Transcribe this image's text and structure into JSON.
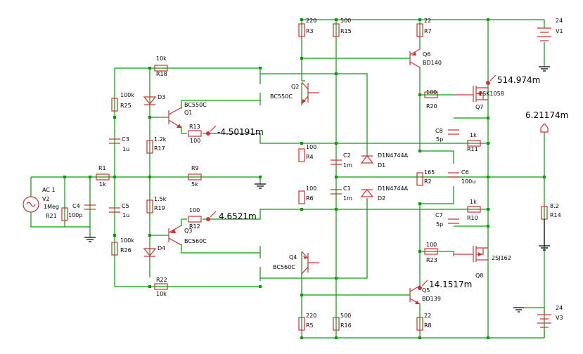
{
  "components": {
    "R3": {
      "name": "R3",
      "value": "220"
    },
    "R15": {
      "name": "R15",
      "value": "500"
    },
    "R7": {
      "name": "R7",
      "value": "22"
    },
    "V1": {
      "name": "V1",
      "value": "24"
    },
    "Q6": {
      "name": "Q6",
      "value": "BD140"
    },
    "R18": {
      "name": "R18",
      "value": "10k"
    },
    "R25": {
      "name": "R25",
      "value": "100k"
    },
    "D3": {
      "name": "D3"
    },
    "Q1": {
      "name": "Q1",
      "value": "BC550C"
    },
    "Q2": {
      "name": "Q2",
      "value": "BC550C"
    },
    "R20": {
      "name": "R20",
      "value": "100"
    },
    "Q7": {
      "name": "Q7",
      "value": "2SK1058"
    },
    "R13": {
      "name": "R13",
      "value": "100"
    },
    "C3": {
      "name": "C3",
      "value": "1u"
    },
    "R17": {
      "name": "R17",
      "value": "1.2k"
    },
    "C8": {
      "name": "C8",
      "value": "5p"
    },
    "R11": {
      "name": "R11",
      "value": "1k"
    },
    "R4": {
      "name": "R4",
      "value": "100"
    },
    "C2": {
      "name": "C2",
      "value": "1m"
    },
    "D1": {
      "name": "D1",
      "value": "D1N4744A"
    },
    "R1": {
      "name": "R1",
      "value": "1k"
    },
    "V2": {
      "name": "V2",
      "value": "1Meg",
      "source": "AC 1"
    },
    "R21": {
      "name": "R21"
    },
    "C4": {
      "name": "C4",
      "value": "100p"
    },
    "R9": {
      "name": "R9",
      "value": "5k"
    },
    "R2": {
      "name": "R2",
      "value": "165"
    },
    "C6": {
      "name": "C6",
      "value": "100u"
    },
    "R6": {
      "name": "R6",
      "value": "100"
    },
    "C1": {
      "name": "C1",
      "value": "1m"
    },
    "D2": {
      "name": "D2",
      "value": "D1N4744A"
    },
    "C5": {
      "name": "C5",
      "value": "1u"
    },
    "R19": {
      "name": "R19",
      "value": "1.5k"
    },
    "R14": {
      "name": "R14",
      "value": "8.2"
    },
    "R12": {
      "name": "R12",
      "value": "100"
    },
    "C7": {
      "name": "C7",
      "value": "5p"
    },
    "R10": {
      "name": "R10",
      "value": "1k"
    },
    "R26": {
      "name": "R26",
      "value": "100k"
    },
    "Q3": {
      "name": "Q3",
      "value": "BC560C"
    },
    "D4": {
      "name": "D4"
    },
    "Q4": {
      "name": "Q4",
      "value": "BC560C"
    },
    "R23": {
      "name": "R23",
      "value": "100"
    },
    "Q8": {
      "name": "Q8",
      "value": "2SJ162"
    },
    "Q5": {
      "name": "Q5",
      "value": "BD139"
    },
    "R22": {
      "name": "R22",
      "value": "10k"
    },
    "R5": {
      "name": "R5",
      "value": "220"
    },
    "R16": {
      "name": "R16",
      "value": "500"
    },
    "R8": {
      "name": "R8",
      "value": "22"
    },
    "V3": {
      "name": "V3",
      "value": "24"
    }
  },
  "probes": {
    "out": "6.21174m",
    "q7": "514.974m",
    "r13": "-4.50191m",
    "r12": "4.6521m",
    "q5": "14.1517m"
  },
  "colors": {
    "wire": "#00a000",
    "component": "#d03030"
  }
}
